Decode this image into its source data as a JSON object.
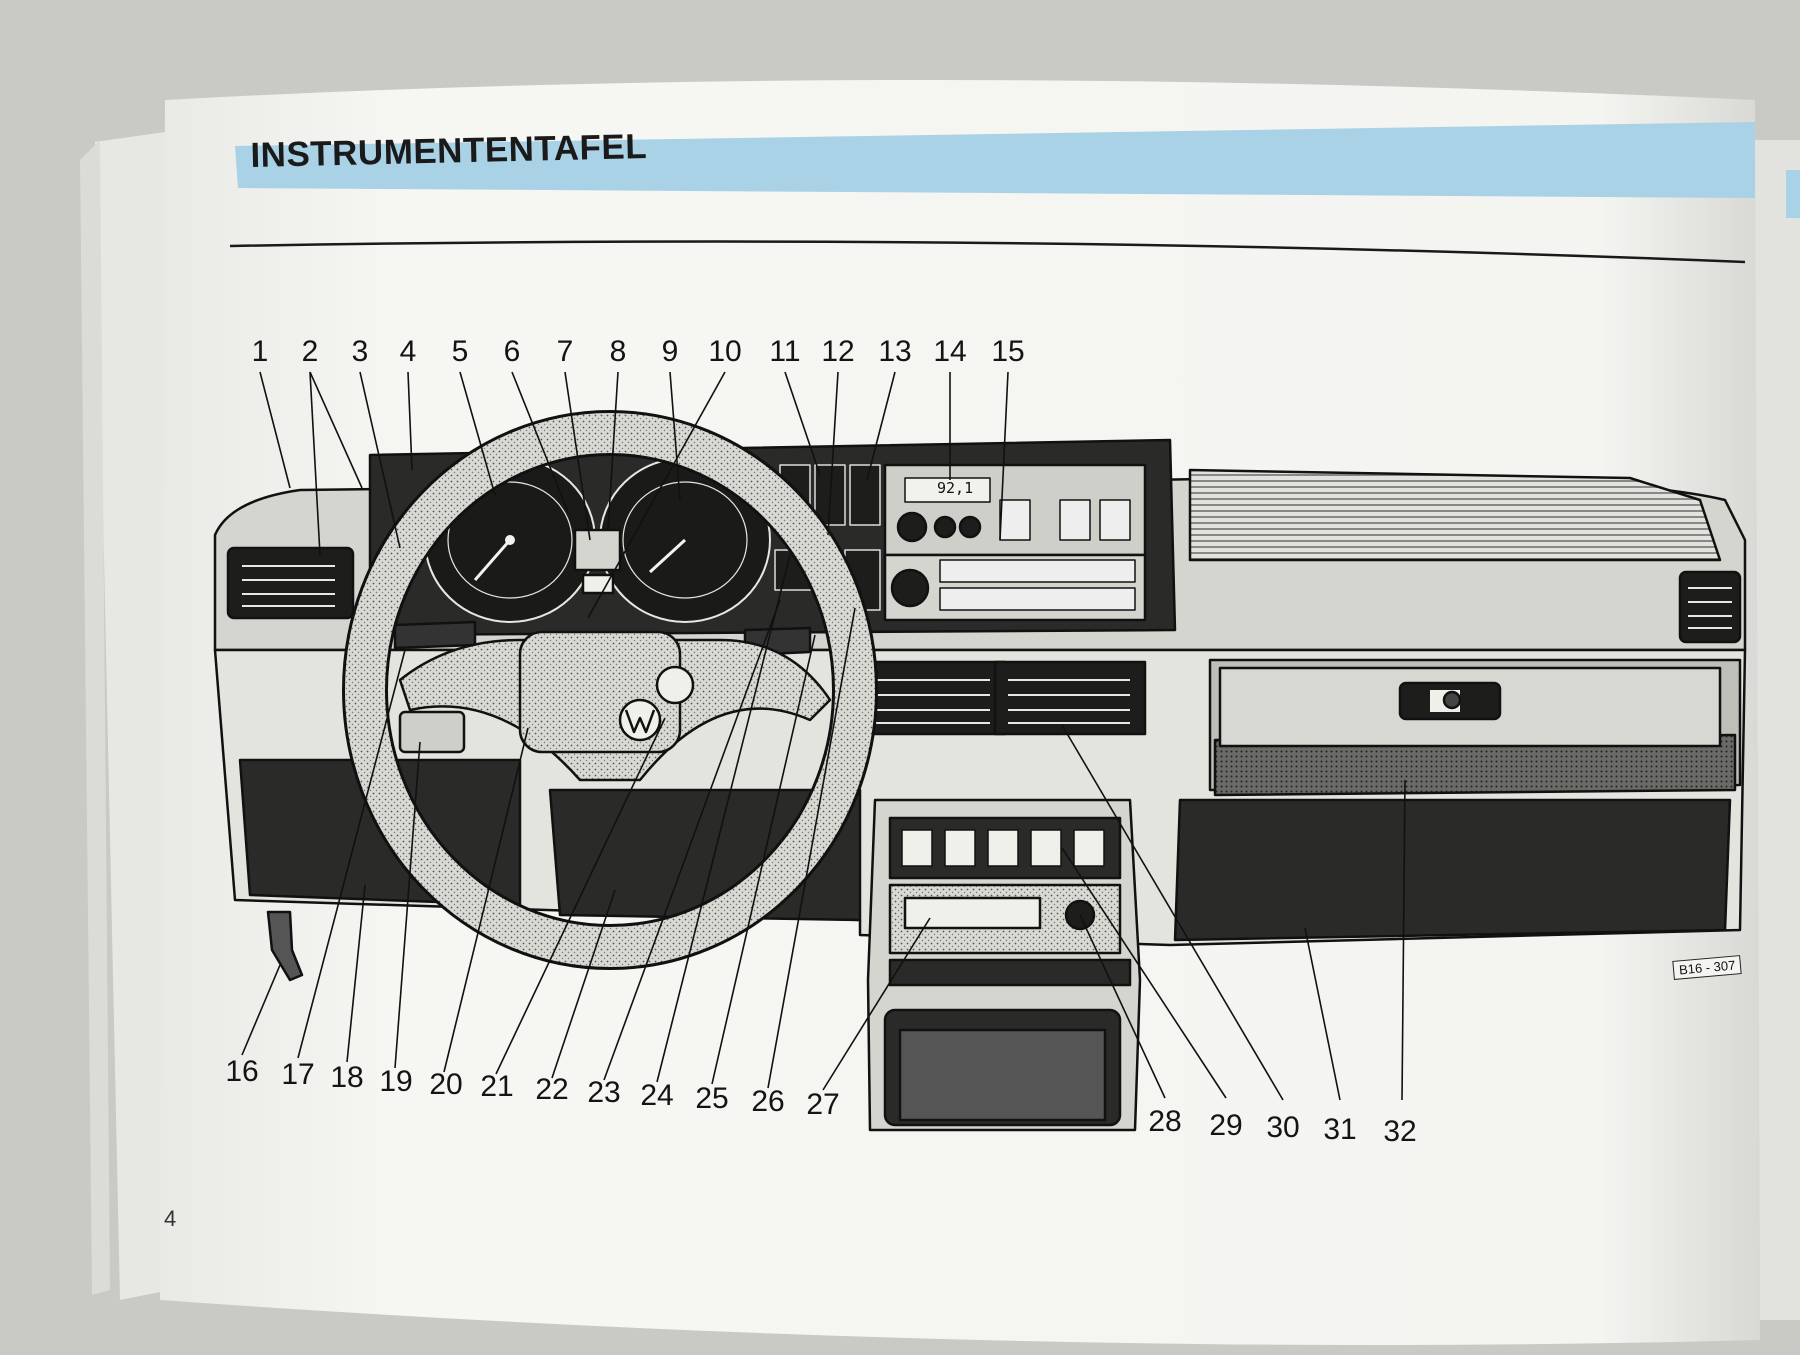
{
  "page": {
    "heading": "INSTRUMENTENTAFEL",
    "page_number": "4",
    "figure_ref": "B16 - 307"
  },
  "diagram": {
    "radio_display": "92,1",
    "callout_numbers_top": [
      "1",
      "2",
      "3",
      "4",
      "5",
      "6",
      "7",
      "8",
      "9",
      "10",
      "11",
      "12",
      "13",
      "14",
      "15"
    ],
    "callout_numbers_bottom": [
      "16",
      "17",
      "18",
      "19",
      "20",
      "21",
      "22",
      "23",
      "24",
      "25",
      "26",
      "27",
      "28",
      "29",
      "30",
      "31",
      "32"
    ]
  },
  "colors": {
    "heading_band": "#a9d2e6",
    "paper": "#f4f4f1",
    "ink": "#1a1a1a"
  }
}
